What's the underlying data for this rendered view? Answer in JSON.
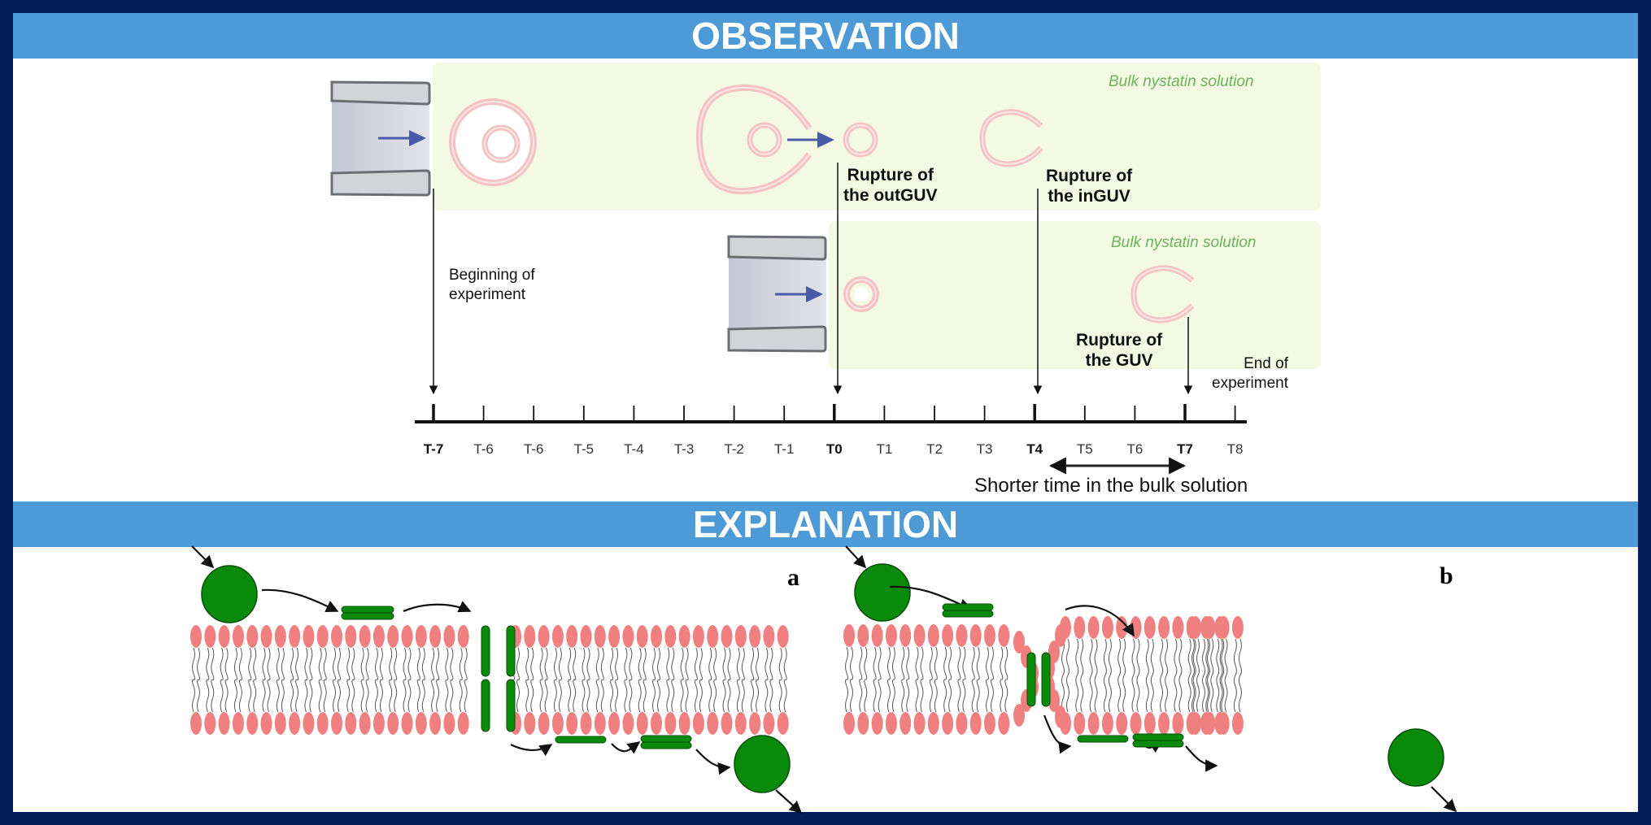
{
  "banners": {
    "observation": "OBSERVATION",
    "explanation": "EXPLANATION"
  },
  "observation": {
    "top_panel": {
      "solution_label": "Bulk nystatin solution",
      "event_outguv": [
        "Rupture of",
        "the outGUV"
      ],
      "event_inguv": [
        "Rupture of",
        "the inGUV"
      ]
    },
    "bottom_panel": {
      "solution_label": "Bulk nystatin solution",
      "event_guv": [
        "Rupture of",
        "the GUV"
      ]
    },
    "start_label": [
      "Beginning of",
      "experiment"
    ],
    "end_label": [
      "End of",
      "experiment"
    ],
    "timeline": {
      "ticks": [
        {
          "label": "T-7",
          "bold": true
        },
        {
          "label": "T-6",
          "bold": false
        },
        {
          "label": "T-6",
          "bold": false
        },
        {
          "label": "T-5",
          "bold": false
        },
        {
          "label": "T-4",
          "bold": false
        },
        {
          "label": "T-3",
          "bold": false
        },
        {
          "label": "T-2",
          "bold": false
        },
        {
          "label": "T-1",
          "bold": false
        },
        {
          "label": "T0",
          "bold": true
        },
        {
          "label": "T1",
          "bold": false
        },
        {
          "label": "T2",
          "bold": false
        },
        {
          "label": "T3",
          "bold": false
        },
        {
          "label": "T4",
          "bold": true
        },
        {
          "label": "T5",
          "bold": false
        },
        {
          "label": "T6",
          "bold": false
        },
        {
          "label": "T7",
          "bold": true
        },
        {
          "label": "T8",
          "bold": false
        }
      ],
      "interval_label": "Shorter time in the bulk solution"
    }
  },
  "explanation": {
    "panel_a": "a",
    "panel_b": "b"
  },
  "colors": {
    "frame": "#001f5b",
    "banner": "#4e9ad6",
    "bulk_bg": "#f3f9e3",
    "bulk_text": "#6cb35a",
    "membrane_pink": "#f08080",
    "nystatin_green": "#0a8a0a",
    "arrow_blue": "#4a5aa8"
  }
}
